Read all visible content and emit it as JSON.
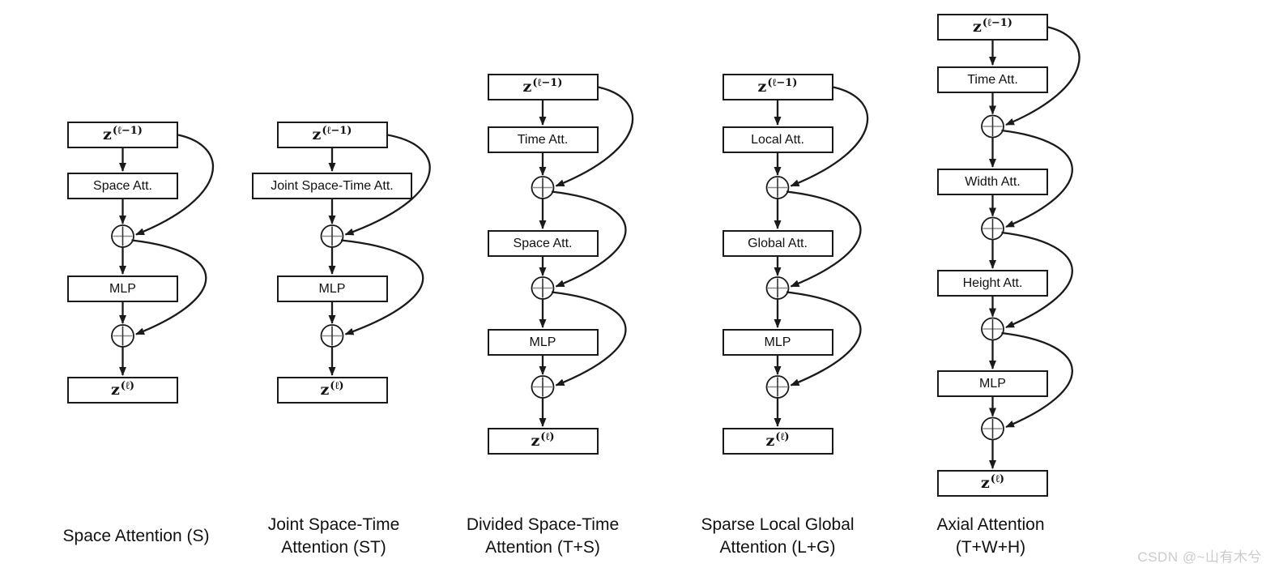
{
  "diagram": {
    "columns": [
      {
        "caption_lines": [
          "Space Attention (S)"
        ],
        "nodes": [
          {
            "type": "tensor",
            "base": "z",
            "sup": "(ℓ−1)"
          },
          {
            "type": "block",
            "label": "Space Att."
          },
          {
            "type": "add",
            "symbol": "⊕"
          },
          {
            "type": "block",
            "label": "MLP"
          },
          {
            "type": "add",
            "symbol": "⊕"
          },
          {
            "type": "tensor",
            "base": "z",
            "sup": "(ℓ)"
          }
        ]
      },
      {
        "caption_lines": [
          "Joint Space-Time",
          "Attention (ST)"
        ],
        "nodes": [
          {
            "type": "tensor",
            "base": "z",
            "sup": "(ℓ−1)"
          },
          {
            "type": "block",
            "label": "Joint Space-Time Att."
          },
          {
            "type": "add",
            "symbol": "⊕"
          },
          {
            "type": "block",
            "label": "MLP"
          },
          {
            "type": "add",
            "symbol": "⊕"
          },
          {
            "type": "tensor",
            "base": "z",
            "sup": "(ℓ)"
          }
        ]
      },
      {
        "caption_lines": [
          "Divided Space-Time",
          "Attention (T+S)"
        ],
        "nodes": [
          {
            "type": "tensor",
            "base": "z",
            "sup": "(ℓ−1)"
          },
          {
            "type": "block",
            "label": "Time Att."
          },
          {
            "type": "add",
            "symbol": "⊕"
          },
          {
            "type": "block",
            "label": "Space Att."
          },
          {
            "type": "add",
            "symbol": "⊕"
          },
          {
            "type": "block",
            "label": "MLP"
          },
          {
            "type": "add",
            "symbol": "⊕"
          },
          {
            "type": "tensor",
            "base": "z",
            "sup": "(ℓ)"
          }
        ]
      },
      {
        "caption_lines": [
          "Sparse Local Global",
          "Attention (L+G)"
        ],
        "nodes": [
          {
            "type": "tensor",
            "base": "z",
            "sup": "(ℓ−1)"
          },
          {
            "type": "block",
            "label": "Local Att."
          },
          {
            "type": "add",
            "symbol": "⊕"
          },
          {
            "type": "block",
            "label": "Global Att."
          },
          {
            "type": "add",
            "symbol": "⊕"
          },
          {
            "type": "block",
            "label": "MLP"
          },
          {
            "type": "add",
            "symbol": "⊕"
          },
          {
            "type": "tensor",
            "base": "z",
            "sup": "(ℓ)"
          }
        ]
      },
      {
        "caption_lines": [
          "Axial Attention",
          "(T+W+H)"
        ],
        "nodes": [
          {
            "type": "tensor",
            "base": "z",
            "sup": "(ℓ−1)"
          },
          {
            "type": "block",
            "label": "Time Att."
          },
          {
            "type": "add",
            "symbol": "⊕"
          },
          {
            "type": "block",
            "label": "Width Att."
          },
          {
            "type": "add",
            "symbol": "⊕"
          },
          {
            "type": "block",
            "label": "Height Att."
          },
          {
            "type": "add",
            "symbol": "⊕"
          },
          {
            "type": "block",
            "label": "MLP"
          },
          {
            "type": "add",
            "symbol": "⊕"
          },
          {
            "type": "tensor",
            "base": "z",
            "sup": "(ℓ)"
          }
        ]
      }
    ]
  },
  "watermark": "CSDN @~山有木兮",
  "colors": {
    "line": "#1a1a1a",
    "background": "#ffffff",
    "cross_h": "#8c8c8c",
    "cross_v": "#333333",
    "watermark": "#cbcbcb"
  }
}
